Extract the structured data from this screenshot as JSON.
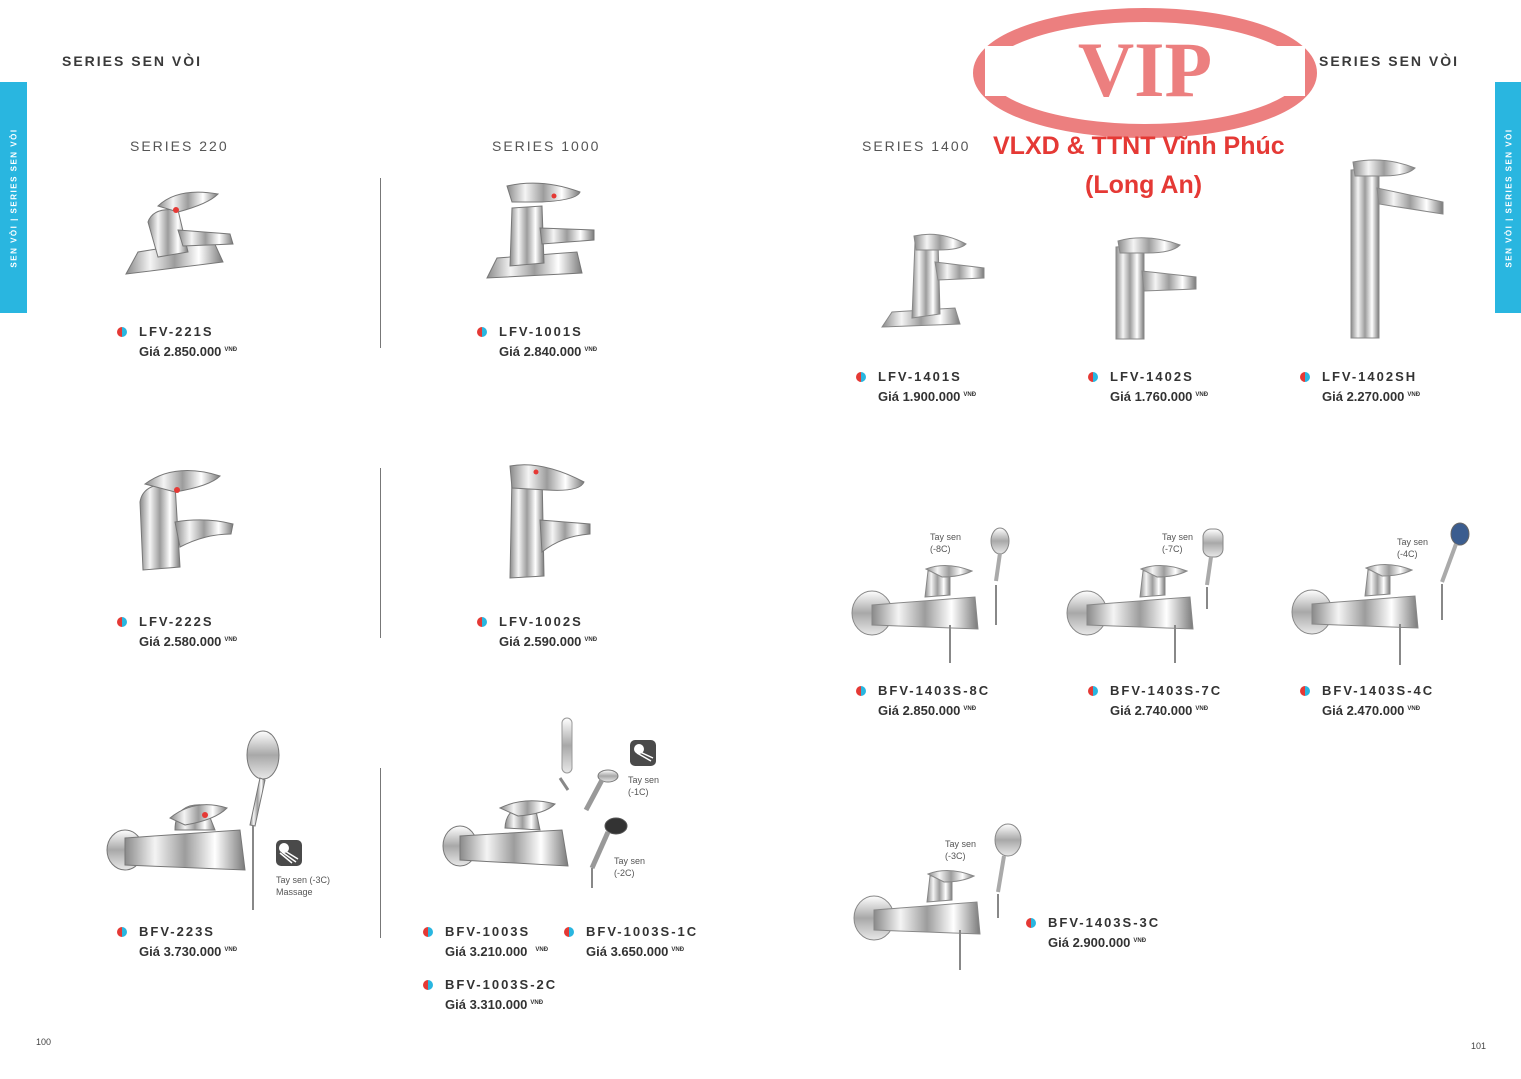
{
  "header": {
    "left_title": "SERIES SEN VÒI",
    "right_title": "SERIES SEN VÒI"
  },
  "side_tab": {
    "text": "SEN VÒI  |  SERIES SEN VÒI",
    "color": "#29b6e0"
  },
  "watermark": {
    "logo": "VIP",
    "line1": "VLXD & TTNT Vĩnh Phúc",
    "line2": "(Long An)",
    "logo_color": "#ec7f7f",
    "text_color": "#e53935"
  },
  "series": {
    "s220": "SERIES 220",
    "s1000": "SERIES 1000",
    "s1400": "SERIES 1400"
  },
  "currency": "VNĐ",
  "products": {
    "lfv221s": {
      "code": "LFV-221S",
      "price": "Giá 2.850.000"
    },
    "lfv1001s": {
      "code": "LFV-1001S",
      "price": "Giá 2.840.000"
    },
    "lfv222s": {
      "code": "LFV-222S",
      "price": "Giá 2.580.000"
    },
    "lfv1002s": {
      "code": "LFV-1002S",
      "price": "Giá 2.590.000"
    },
    "bfv223s": {
      "code": "BFV-223S",
      "price": "Giá 3.730.000"
    },
    "bfv1003s": {
      "code": "BFV-1003S",
      "price": "Giá 3.210.000"
    },
    "bfv1003s1c": {
      "code": "BFV-1003S-1C",
      "price": "Giá 3.650.000"
    },
    "bfv1003s2c": {
      "code": "BFV-1003S-2C",
      "price": "Giá 3.310.000"
    },
    "lfv1401s": {
      "code": "LFV-1401S",
      "price": "Giá 1.900.000"
    },
    "lfv1402s": {
      "code": "LFV-1402S",
      "price": "Giá 1.760.000"
    },
    "lfv1402sh": {
      "code": "LFV-1402SH",
      "price": "Giá 2.270.000"
    },
    "bfv1403s8c": {
      "code": "BFV-1403S-8C",
      "price": "Giá 2.850.000"
    },
    "bfv1403s7c": {
      "code": "BFV-1403S-7C",
      "price": "Giá 2.740.000"
    },
    "bfv1403s4c": {
      "code": "BFV-1403S-4C",
      "price": "Giá 2.470.000"
    },
    "bfv1403s3c": {
      "code": "BFV-1403S-3C",
      "price": "Giá 2.900.000"
    }
  },
  "notes": {
    "n223_l1": "Tay sen (-3C)",
    "n223_l2": "Massage",
    "n1003_1c_l1": "Tay sen",
    "n1003_1c_l2": "(-1C)",
    "n1003_2c_l1": "Tay sen",
    "n1003_2c_l2": "(-2C)",
    "n8c_l1": "Tay sen",
    "n8c_l2": "(-8C)",
    "n7c_l1": "Tay sen",
    "n7c_l2": "(-7C)",
    "n4c_l1": "Tay sen",
    "n4c_l2": "(-4C)",
    "n3c_l1": "Tay sen",
    "n3c_l2": "(-3C)"
  },
  "page_numbers": {
    "left": "100",
    "right": "101"
  }
}
